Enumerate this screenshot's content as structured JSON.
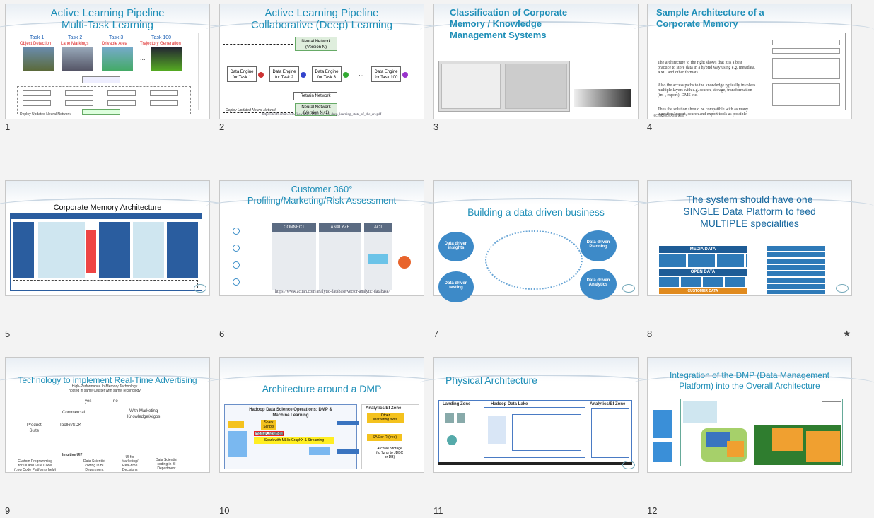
{
  "slides": [
    {
      "num": "1",
      "title": "Active Learning Pipeline\nMulti-Task Learning",
      "tasks": [
        "Task 1",
        "Task 2",
        "Task 3",
        "Task 100"
      ],
      "task_names": [
        "Object Detection",
        "Lane Markings",
        "Drivable Area",
        "Trajectory Generation"
      ],
      "ellipsis": "...",
      "footer": "Deploy Updated Neural Network"
    },
    {
      "num": "2",
      "title": "Active Learning Pipeline\nCollaborative (Deep) Learning",
      "nn_top": "Neural Network\n(Version N)",
      "engines": [
        "Data Engine\nfor Task 1",
        "Data Engine\nfor Task 2",
        "Data Engine\nfor Task 3",
        "Data Engine\nfor Task 100"
      ],
      "ellipsis": "...",
      "retrain": "Retrain Network",
      "nn_bottom": "Neural Network\n(Version N+1)",
      "deploy": "Deploy Updated Neural Network",
      "url": "https://lexfridman.com/files/slides/2020_01_06_deep_learning_state_of_the_art.pdf"
    },
    {
      "num": "3",
      "title": "Classification of Corporate\nMemory / Knowledge\nManagement Systems"
    },
    {
      "num": "4",
      "title": "Sample Architecture of a\nCorporate Memory",
      "bullets": [
        "The architecture to the right shows that it is a best practice to store data in a hybrid way using e.g. metadata, XML and other formats.",
        "Also the access paths to the knowledge typically involves multiple layers with e.g. search, storage, transformation (im-, export), DMS etc.",
        "Thus the solution should be compatible with as many ingestion/import, search and export tools as possible."
      ],
      "footer_left": "Technology Analysis"
    },
    {
      "num": "5",
      "title": "Corporate Memory Architecture"
    },
    {
      "num": "6",
      "title": "Customer 360°\nProfiling/Marketing/Risk Assessment",
      "columns": [
        "CONNECT",
        "ANALYZE",
        "ACT"
      ],
      "url": "https://www.actian.com/analytic-database/vector-analytic-database/"
    },
    {
      "num": "7",
      "title": "Building a data driven business",
      "bubbles": [
        "Data driven insights",
        "Data driven Planning",
        "Data driven testing",
        "Data driven Analytics"
      ]
    },
    {
      "num": "8",
      "title": "The system should have one\nSINGLE Data Platform to feed\nMULTIPLE specialities",
      "sections": [
        "MEDIA DATA",
        "OPEN DATA",
        "CUSTOMER DATA"
      ],
      "star": "★"
    },
    {
      "num": "9",
      "title": "Technology to implement Real-Time Advertising",
      "subtitle": "High-Performance In-Memory Technology\nhosted in same Cluster with same Technology",
      "yes": "yes",
      "no": "no",
      "nodes": [
        "Commercial",
        "With Marketing\nKnowledge/Algos",
        "Product\nSuite",
        "Toolkit/SDK",
        "Intuitive UI?",
        "Custom Programming\nfor UI and Glue Code\n(Low Code Platforms help)",
        "Data Scientist\ncoding in BI\nDepartment",
        "UI for\nMarketing/\nReal-time\nDecisions",
        "Data Scientist\ncoding in BI\nDepartment"
      ]
    },
    {
      "num": "10",
      "title": "Architecture around a DMP",
      "hadoop": "Hadoop Data Science Operations: DMP &\nMachine Learning",
      "analytics": "Analytics/BI Zone",
      "items": [
        "Other\nMarketing tools",
        "Spark\nScripts",
        "Impala/Cassandra",
        "Spark with MLlib GraphX & Streaming",
        "SAS or R (free)",
        "Archive Storage\n(to 7z or to JDBC\nor DB)"
      ]
    },
    {
      "num": "11",
      "title": "Physical Architecture",
      "zones": [
        "Landing Zone",
        "Hadoop Data Lake",
        "Analytics/BI Zone"
      ]
    },
    {
      "num": "12",
      "title": "Integration of the DMP (Data Management\nPlatform) into the Overall Architecture"
    }
  ],
  "colors": {
    "title": "#1f8fb8",
    "page_bg": "#f3f3f3",
    "slide_border": "#c8c8c8"
  }
}
